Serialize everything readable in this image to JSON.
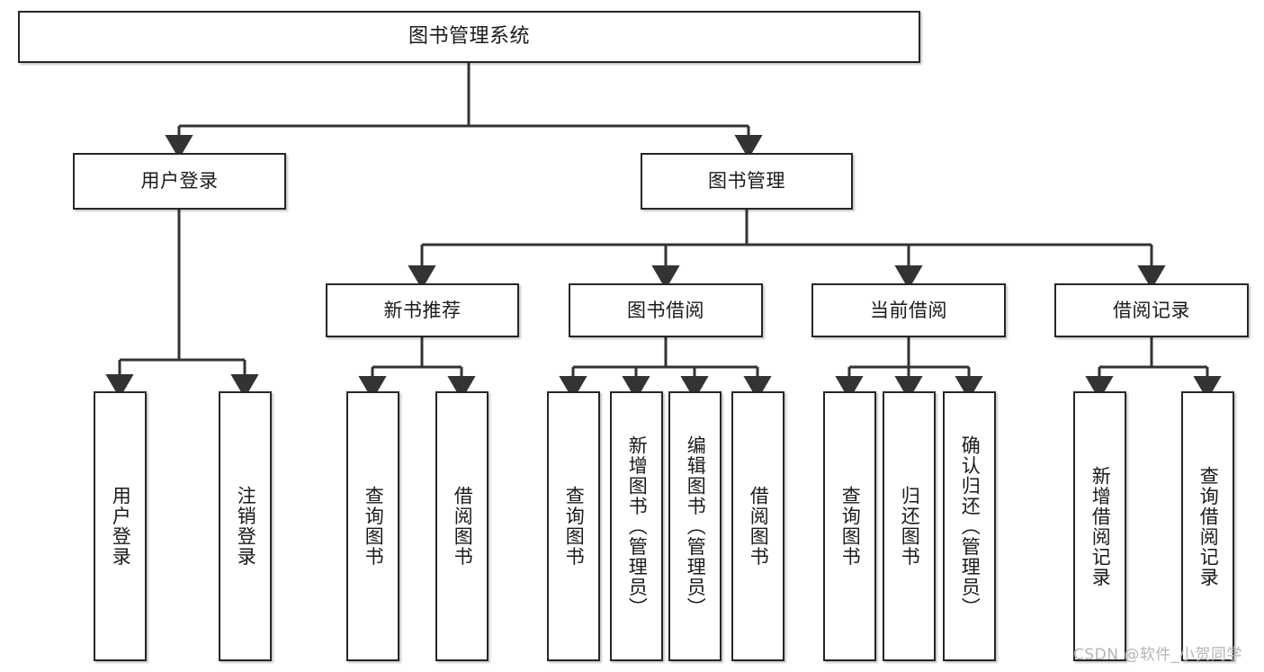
{
  "diagram": {
    "title": "图书管理系统",
    "watermark": "CSDN @软件_小贺同学",
    "colors": {
      "box_border": "#262626",
      "box_fill": "#ffffff",
      "connector": "#333333",
      "text": "#1a1a1a",
      "watermark": "#b5b5b5",
      "background": "#ffffff"
    },
    "nodes": {
      "root": {
        "label": "图书管理系统"
      },
      "level2": [
        {
          "id": "user-login",
          "label": "用户登录"
        },
        {
          "id": "book-manage",
          "label": "图书管理"
        }
      ],
      "level3": [
        {
          "id": "new-book-recommend",
          "label": "新书推荐"
        },
        {
          "id": "book-borrow",
          "label": "图书借阅"
        },
        {
          "id": "current-borrow",
          "label": "当前借阅"
        },
        {
          "id": "borrow-record",
          "label": "借阅记录"
        }
      ],
      "leaves": {
        "user_login": [
          {
            "id": "leaf-user-login",
            "label": "用户登录"
          },
          {
            "id": "leaf-logout-login",
            "label": "注销登录"
          }
        ],
        "new_book_recommend": [
          {
            "id": "leaf-query-book-1",
            "label": "查询图书"
          },
          {
            "id": "leaf-borrow-book-1",
            "label": "借阅图书"
          }
        ],
        "book_borrow": [
          {
            "id": "leaf-query-book-2",
            "label": "查询图书"
          },
          {
            "id": "leaf-add-book",
            "label": "新增图书（管理员）"
          },
          {
            "id": "leaf-edit-book",
            "label": "编辑图书（管理员）"
          },
          {
            "id": "leaf-borrow-book-2",
            "label": "借阅图书"
          }
        ],
        "current_borrow": [
          {
            "id": "leaf-query-book-3",
            "label": "查询图书"
          },
          {
            "id": "leaf-return-book",
            "label": "归还图书"
          },
          {
            "id": "leaf-confirm-return",
            "label": "确认归还（管理员）"
          }
        ],
        "borrow_record": [
          {
            "id": "leaf-add-borrow-record",
            "label": "新增借阅记录"
          },
          {
            "id": "leaf-query-borrow-record",
            "label": "查询借阅记录"
          }
        ]
      }
    }
  }
}
